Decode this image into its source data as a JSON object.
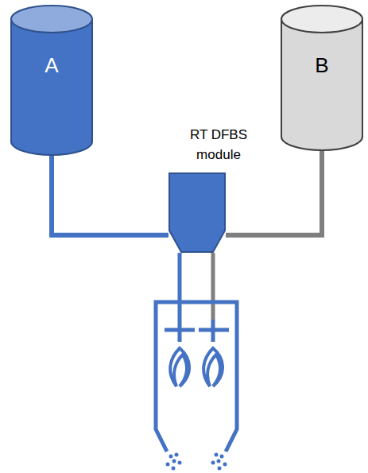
{
  "diagram": {
    "nodes": [
      {
        "text": [
          "A"
        ]
      },
      {
        "text": [
          "B"
        ]
      },
      {
        "text": [
          "RT DFBS module"
        ]
      }
    ],
    "edges": [
      {
        "from": 0,
        "to": 2,
        "arrow": "none"
      },
      {
        "from": 1,
        "to": 2,
        "arrow": "none"
      }
    ]
  }
}
